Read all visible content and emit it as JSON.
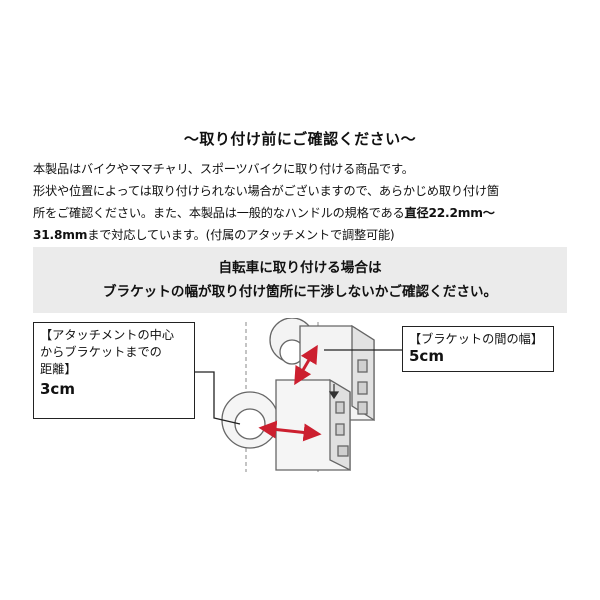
{
  "heading": "～取り付け前にご確認ください～",
  "intro": {
    "line1": "本製品はバイクやママチャリ、スポーツバイクに取り付ける商品です。",
    "line2": "形状や位置によっては取り付けられない場合がございますので、あらかじめ取り付け箇",
    "line3_pre": "所をご確認ください。また、本製品は一般的なハンドルの規格である",
    "line3_bold": "直径22.2mm～",
    "line4_bold": "31.8mm",
    "line4_post": "まで対応しています。(付属のアタッチメントで調整可能)"
  },
  "notice": {
    "line1": "自転車に取り付ける場合は",
    "line2": "ブラケットの幅が取り付け箇所に干渉しないかご確認ください。"
  },
  "callouts": {
    "left": {
      "line1": "【アタッチメントの中心",
      "line2": "からブラケットまでの",
      "line3": "距離】",
      "value": "3cm"
    },
    "right": {
      "line1": "【ブラケットの間の幅】",
      "value": "5cm"
    }
  },
  "colors": {
    "band": "#ebebeb",
    "arrow": "#cc1f2f"
  }
}
